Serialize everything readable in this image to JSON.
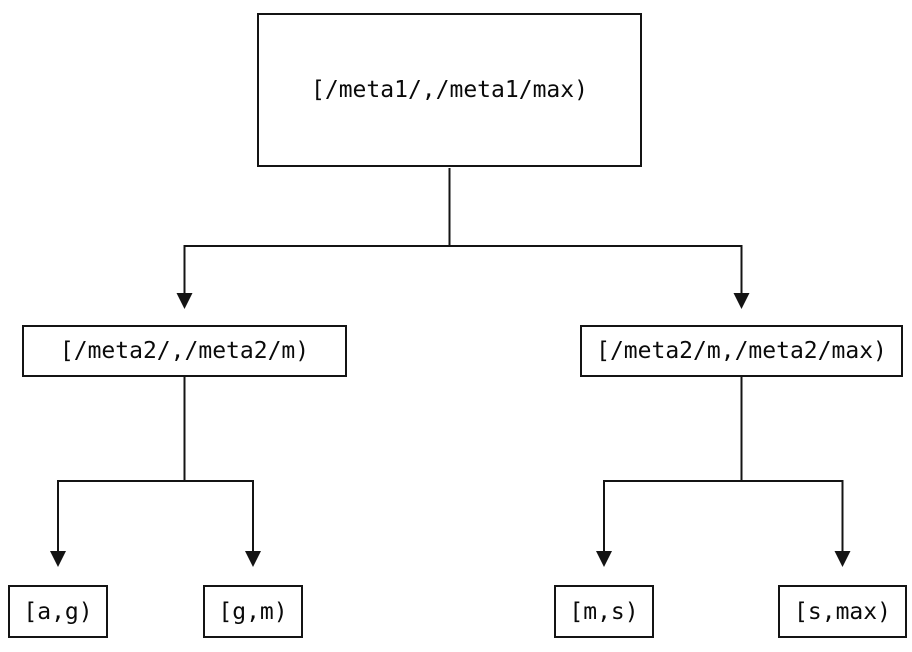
{
  "diagram": {
    "kind": "interval-partition-tree",
    "background_color": "#ffffff",
    "line_color": "#141414",
    "text_color": "#0a0a0a",
    "tree": {
      "label": "[/meta1/,/meta1/max)",
      "children": [
        {
          "label": "[/meta2/,/meta2/m)",
          "children": [
            {
              "label": "[a,g)"
            },
            {
              "label": "[g,m)"
            }
          ]
        },
        {
          "label": "[/meta2/m,/meta2/max)",
          "children": [
            {
              "label": "[m,s)"
            },
            {
              "label": "[s,max)"
            }
          ]
        }
      ]
    }
  }
}
